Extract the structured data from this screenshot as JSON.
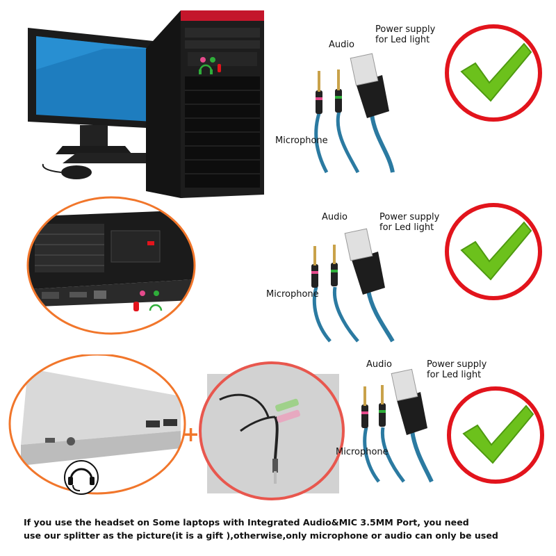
{
  "rows": [
    {
      "audio": "Audio",
      "power": "Power supply\nfor Led light",
      "mic": "Microphone"
    },
    {
      "audio": "Audio",
      "power": "Power supply\nfor Led light",
      "mic": "Microphone"
    },
    {
      "audio": "Audio",
      "power": "Power supply\nfor Led light",
      "mic": "Microphone"
    }
  ],
  "plus": "+",
  "footer": {
    "line1": "If you use the headset on Some laptops with Integrated Audio&MIC 3.5MM Port, you need",
    "line2": "use our splitter as the picture(it is a gift ),otherwise,only microphone or audio can only be used"
  },
  "colors": {
    "check": "#6cc11c",
    "ring": "#e2141c",
    "laptop_ring": "#f1762b",
    "splitter_ring": "#e8574e",
    "mic_port": "#e54a8c",
    "audio_port": "#2fae3a"
  }
}
